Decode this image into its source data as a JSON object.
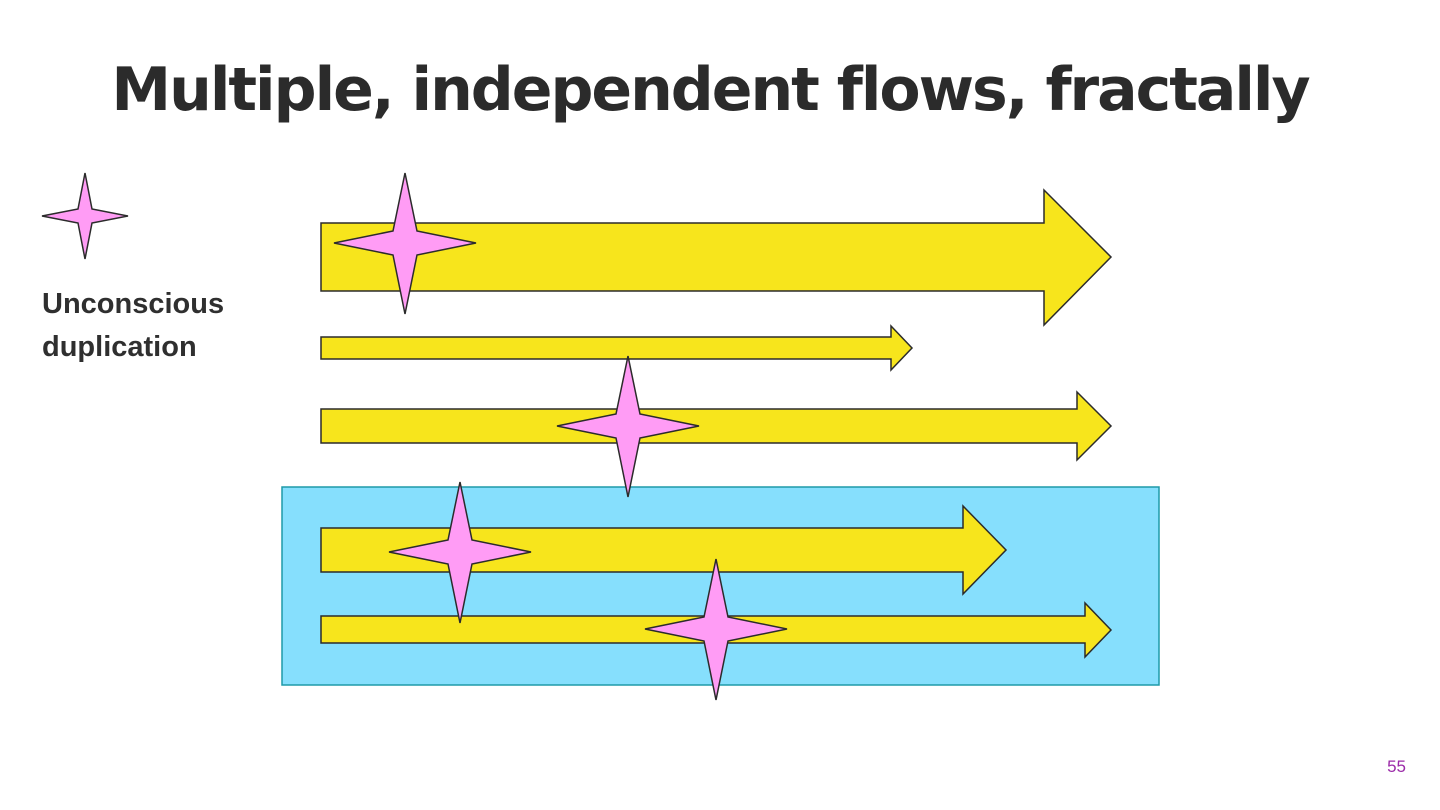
{
  "title": "Multiple, independent flows, fractally",
  "legend": {
    "line1": "Unconscious",
    "line2": "duplication"
  },
  "page_number": "55",
  "colors": {
    "arrow_fill": "#f7e51c",
    "star_fill": "#ff9cf5",
    "group_fill": "#86dffd",
    "group_stroke": "#1e9aa8",
    "outline": "#2b2b2b",
    "title": "#2b2b2b",
    "page_number": "#9b2aa8"
  }
}
